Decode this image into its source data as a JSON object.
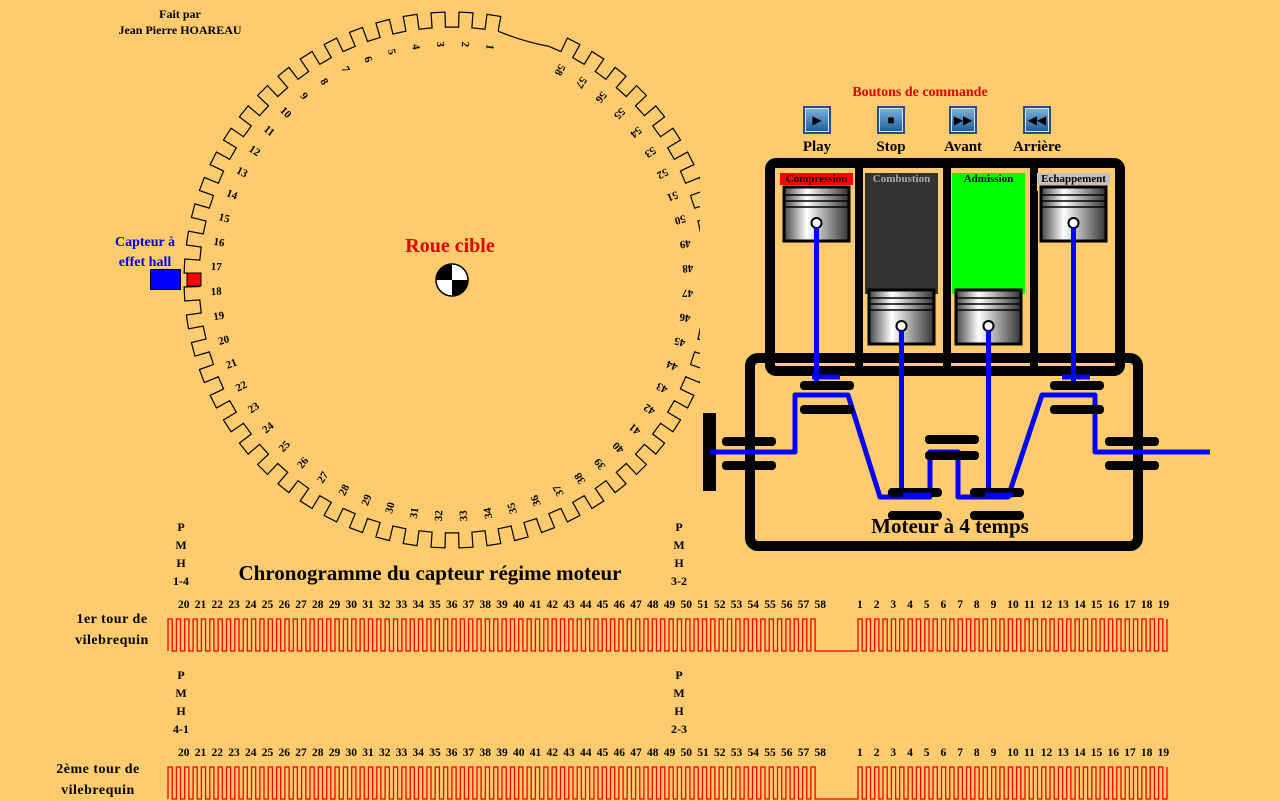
{
  "author": {
    "line1": "Fait par",
    "line2": "Jean Pierre HOAREAU"
  },
  "wheel": {
    "title": "Roue cible",
    "teeth_total": 60,
    "missing_teeth": 2,
    "tooth_numbers": [
      "1",
      "2",
      "3",
      "4",
      "5",
      "6",
      "7",
      "8",
      "9",
      "10",
      "11",
      "12",
      "13",
      "14",
      "15",
      "16",
      "17",
      "18",
      "19",
      "20",
      "21",
      "22",
      "23",
      "24",
      "25",
      "26",
      "27",
      "28",
      "29",
      "30",
      "31",
      "32",
      "33",
      "34",
      "35",
      "36",
      "37",
      "38",
      "39",
      "40",
      "41",
      "42",
      "43",
      "44",
      "45",
      "46",
      "47",
      "48",
      "49",
      "50",
      "51",
      "52",
      "53",
      "54",
      "55",
      "56",
      "57",
      "58"
    ],
    "marker_color": "#FF0000",
    "outline_color": "#000000"
  },
  "sensor": {
    "label_line1": "Capteur à",
    "label_line2": "effet hall",
    "color": "#0000FF"
  },
  "controls": {
    "title": "Boutons de commande",
    "buttons": [
      {
        "label": "Play",
        "icon": "play-icon"
      },
      {
        "label": "Stop",
        "icon": "stop-icon"
      },
      {
        "label": "Avant",
        "icon": "fast-forward-icon"
      },
      {
        "label": "Arrière",
        "icon": "rewind-icon"
      }
    ]
  },
  "engine": {
    "title": "Moteur à 4 temps",
    "cylinders": [
      {
        "label": "Compression",
        "label_color": "#FF0000",
        "fill": "#FECB6E"
      },
      {
        "label": "Combustion",
        "label_color": "#333333",
        "fill": "#333333"
      },
      {
        "label": "Admission",
        "label_color": "#00FF00",
        "fill": "#00FF00"
      },
      {
        "label": "Echappement",
        "label_color": "#C0C0C0",
        "fill": "#FECB6E"
      }
    ],
    "rod_color": "#0000FF"
  },
  "chronogram": {
    "title": "Chronogramme du capteur régime moteur",
    "signal_color": "#FF0000",
    "pmh_marks_turn1": [
      {
        "letters": [
          "P",
          "M",
          "H"
        ],
        "cyl": "1-4"
      },
      {
        "letters": [
          "P",
          "M",
          "H"
        ],
        "cyl": "3-2"
      }
    ],
    "pmh_marks_turn2": [
      {
        "letters": [
          "P",
          "M",
          "H"
        ],
        "cyl": "4-1"
      },
      {
        "letters": [
          "P",
          "M",
          "H"
        ],
        "cyl": "2-3"
      }
    ],
    "turn1_label": [
      "1er tour de",
      "vilebrequin"
    ],
    "turn2_label": [
      "2ème  tour de",
      "vilebrequin"
    ],
    "tooth_sequence": [
      "20",
      "21",
      "22",
      "23",
      "24",
      "25",
      "26",
      "27",
      "28",
      "29",
      "30",
      "31",
      "32",
      "33",
      "34",
      "35",
      "36",
      "37",
      "38",
      "39",
      "40",
      "41",
      "42",
      "43",
      "44",
      "45",
      "46",
      "47",
      "48",
      "49",
      "50",
      "51",
      "52",
      "53",
      "54",
      "55",
      "56",
      "57",
      "58",
      "1",
      "2",
      "3",
      "4",
      "5",
      "6",
      "7",
      "8",
      "9",
      "10",
      "11",
      "12",
      "13",
      "14",
      "15",
      "16",
      "17",
      "18",
      "19"
    ]
  }
}
